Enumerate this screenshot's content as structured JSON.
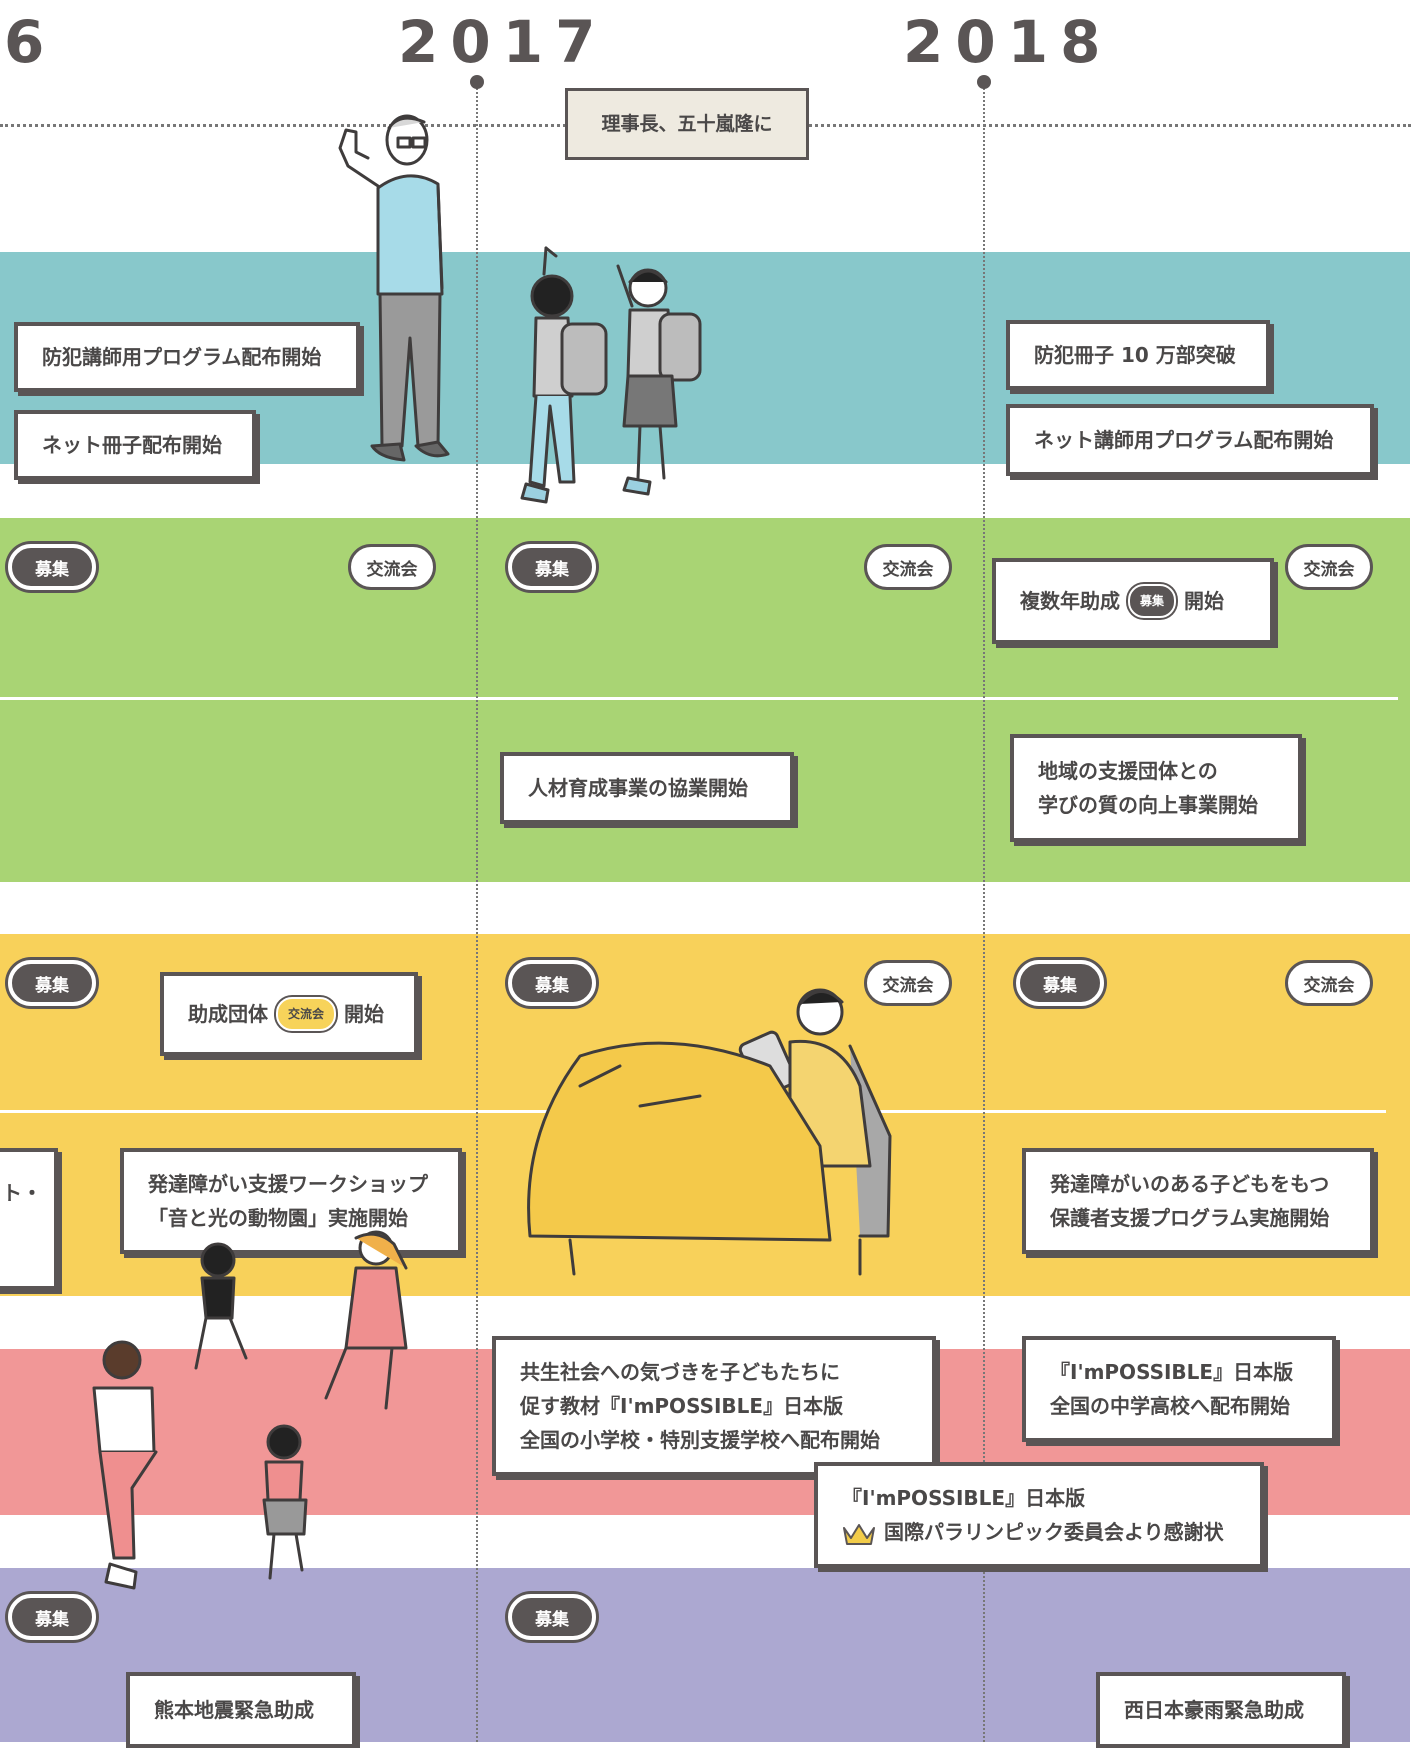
{
  "years": [
    "6",
    "2017",
    "2018"
  ],
  "header_note": "理事長、五十嵐隆に",
  "colors": {
    "teal": "#88c8cb",
    "green": "#a9d474",
    "yellow": "#f8d15a",
    "pink": "#f19797",
    "purple": "#aca8d1",
    "dark": "#5a5555"
  },
  "teal": {
    "box1": "防犯講師用プログラム配布開始",
    "box2": "ネット冊子配布開始",
    "box3": "防犯冊子 10 万部突破",
    "box4": "ネット講師用プログラム配布開始"
  },
  "pills": {
    "boshu": "募集",
    "kouryu": "交流会"
  },
  "green": {
    "box_multi_before": "複数年助成",
    "box_multi_after": "開始",
    "box_jinzai": "人材育成事業の協業開始",
    "box_chiiki_l1": "地域の支援団体との",
    "box_chiiki_l2": "学びの質の向上事業開始"
  },
  "yellow": {
    "box_josei_before": "助成団体",
    "box_josei_after": "開始",
    "box_partial": "ト・",
    "box_hattatsu_l1": "発達障がい支援ワークショップ",
    "box_hattatsu_l2": "「音と光の動物園」実施開始",
    "box_hogosha_l1": "発達障がいのある子どもをもつ",
    "box_hogosha_l2": "保護者支援プログラム実施開始"
  },
  "pink": {
    "box_kyosei_l1": "共生社会への気づきを子どもたちに",
    "box_kyosei_l2": "促す教材『I'mPOSSIBLE』日本版",
    "box_kyosei_l3": "全国の小学校・特別支援学校へ配布開始",
    "box_chugaku_l1": "『I'mPOSSIBLE』日本版",
    "box_chugaku_l2": "全国の中学高校へ配布開始",
    "box_para_l1": "『I'mPOSSIBLE』日本版",
    "box_para_l2": "国際パラリンピック委員会より感謝状"
  },
  "purple": {
    "box_kumamoto": "熊本地震緊急助成",
    "box_nishinihon": "西日本豪雨緊急助成"
  }
}
